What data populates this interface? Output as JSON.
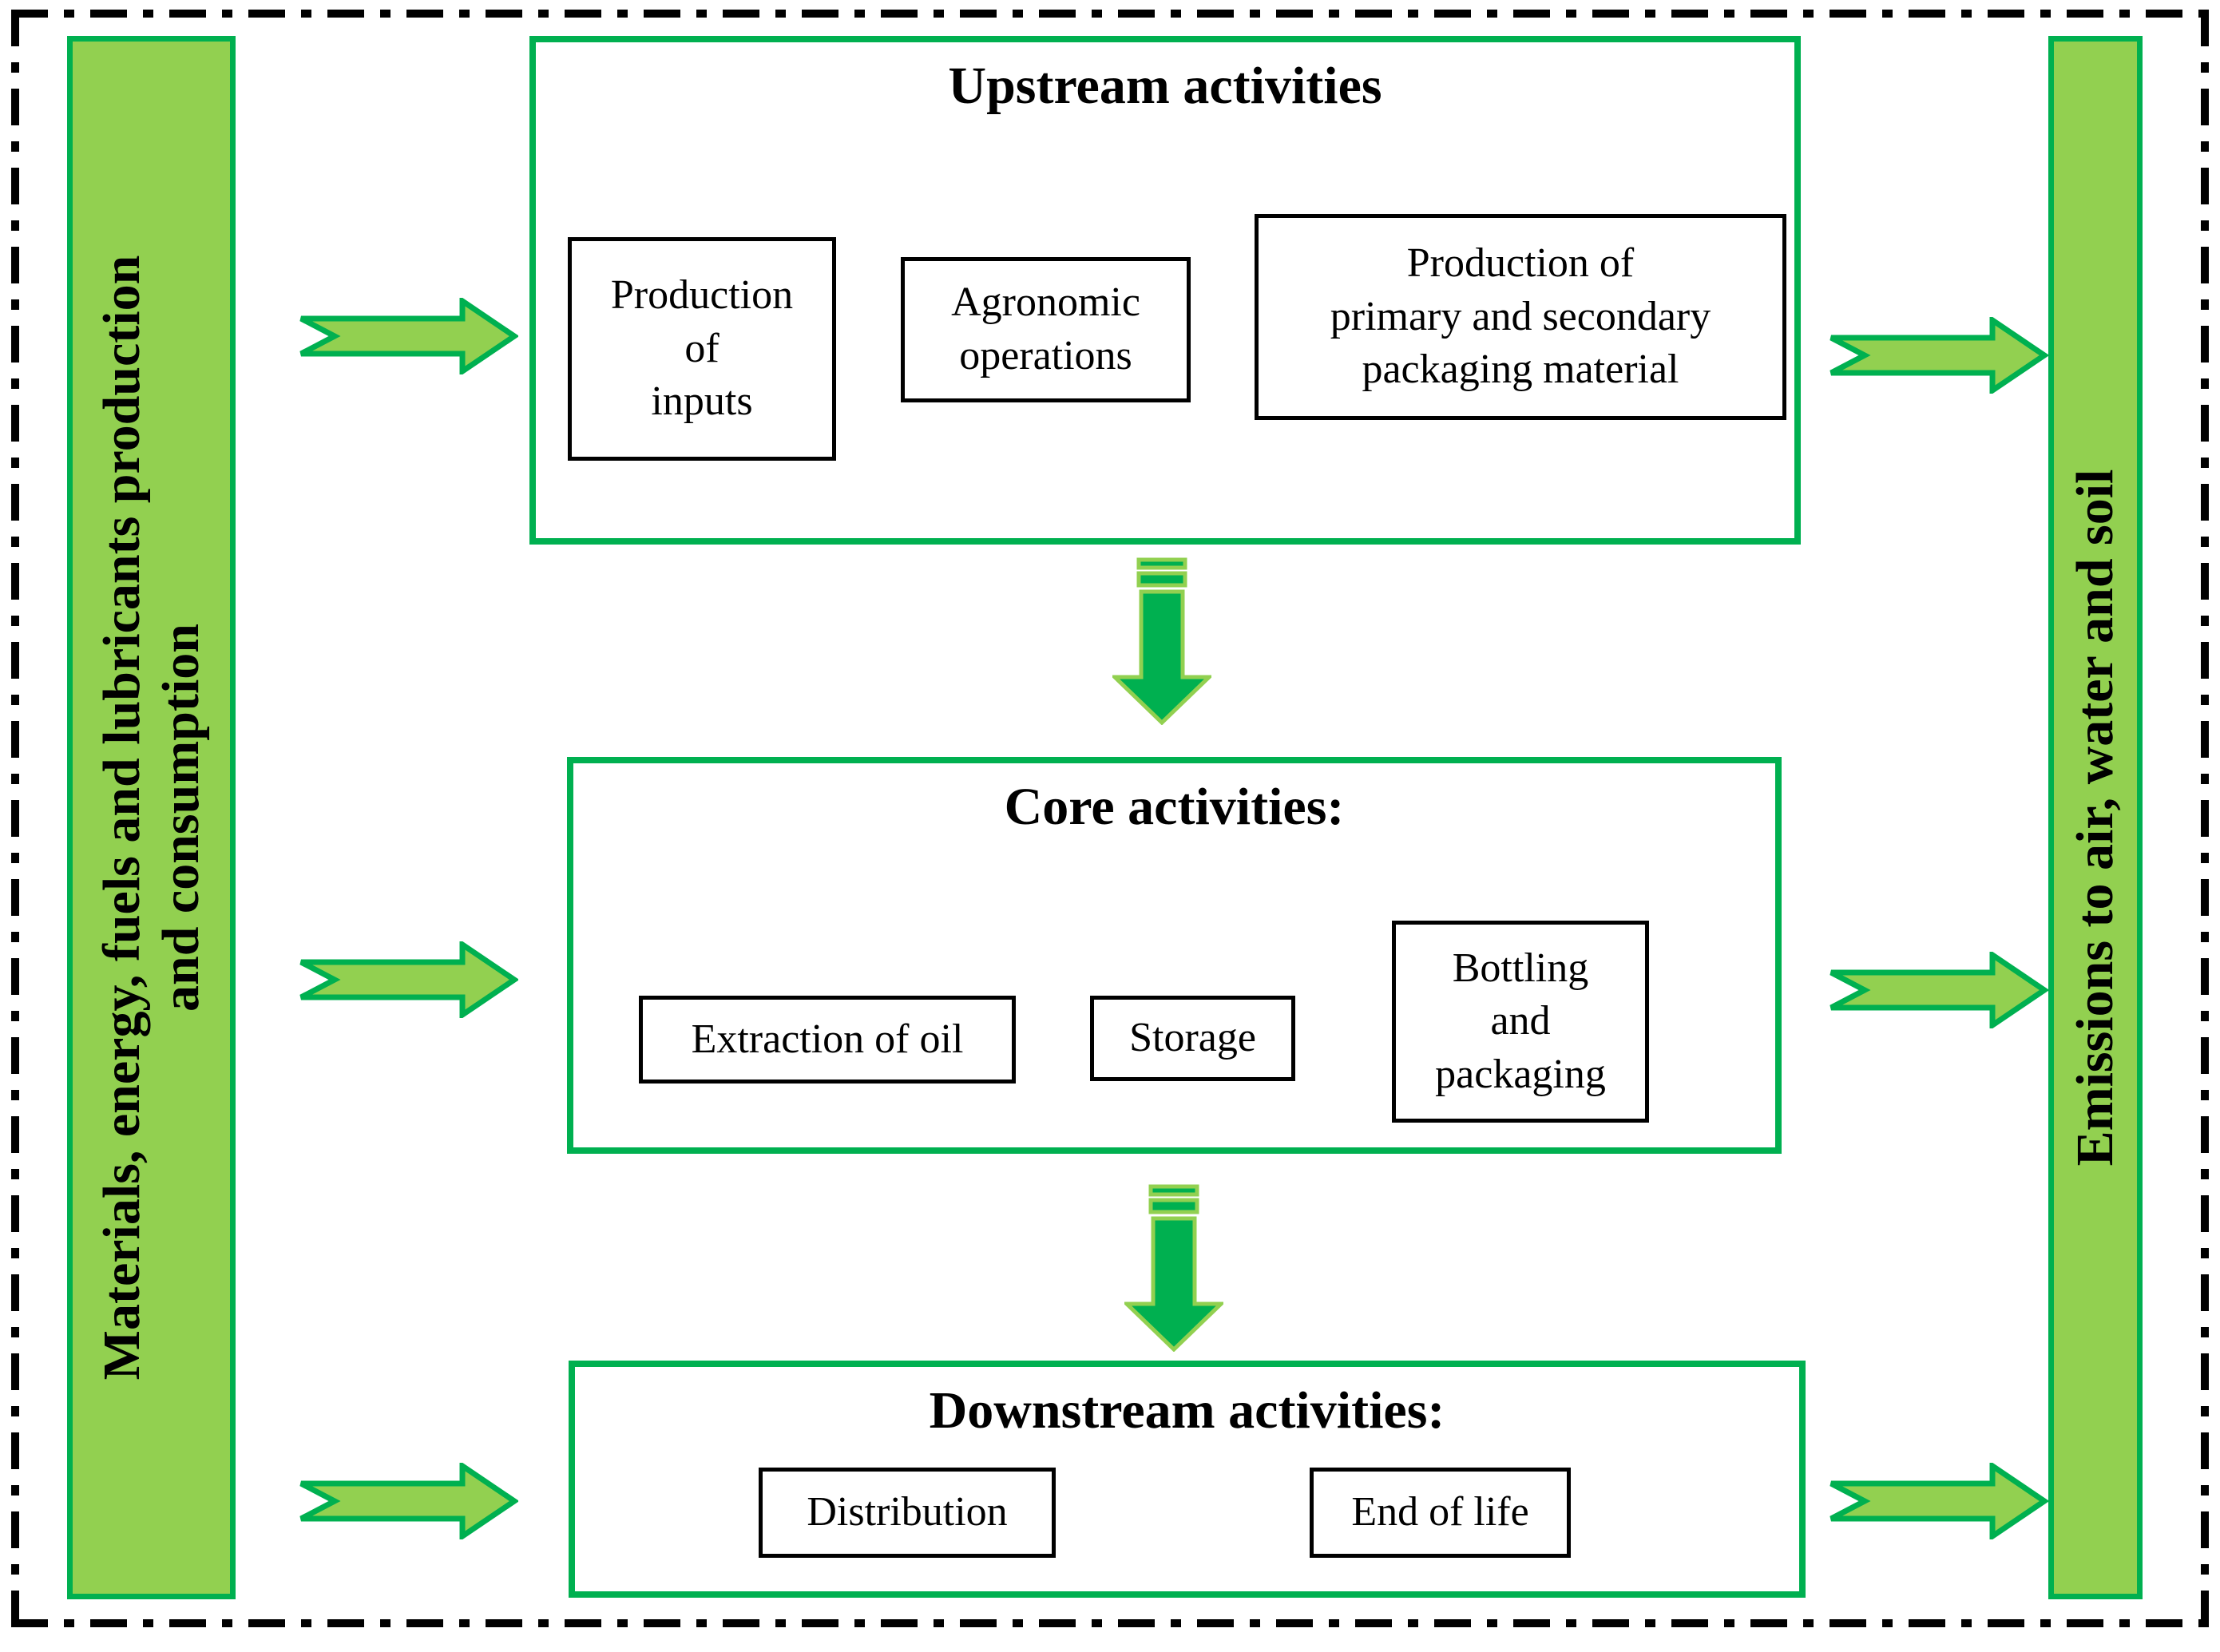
{
  "palette": {
    "light_green": "#92D050",
    "dark_green": "#00B050",
    "ink": "#000000"
  },
  "left_bar": {
    "label": "Materials, energy, fuels and lubricants production\nand consumption"
  },
  "right_bar": {
    "label": "Emissions to air, water and soil"
  },
  "upstream": {
    "title": "Upstream activities",
    "boxes": [
      {
        "label": "Production\nof\ninputs"
      },
      {
        "label": "Agronomic\noperations"
      },
      {
        "label": "Production of\nprimary and secondary\npackaging material"
      }
    ]
  },
  "core": {
    "title": "Core activities:",
    "boxes": [
      {
        "label": "Extraction of oil"
      },
      {
        "label": "Storage"
      },
      {
        "label": "Bottling\nand\npackaging"
      }
    ]
  },
  "downstream": {
    "title": "Downstream activities:",
    "boxes": [
      {
        "label": "Distribution"
      },
      {
        "label": "End of life"
      }
    ]
  }
}
